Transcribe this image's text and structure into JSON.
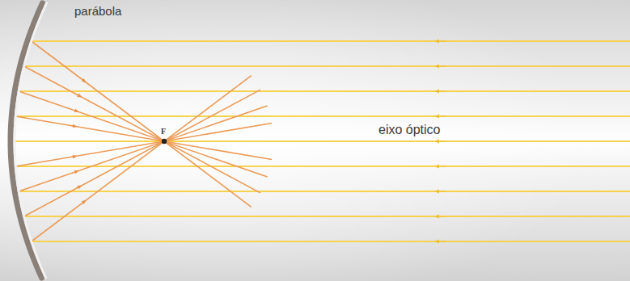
{
  "diagram": {
    "labels": [
      "parábola",
      "F",
      "eixo óptico"
    ]
  }
}
